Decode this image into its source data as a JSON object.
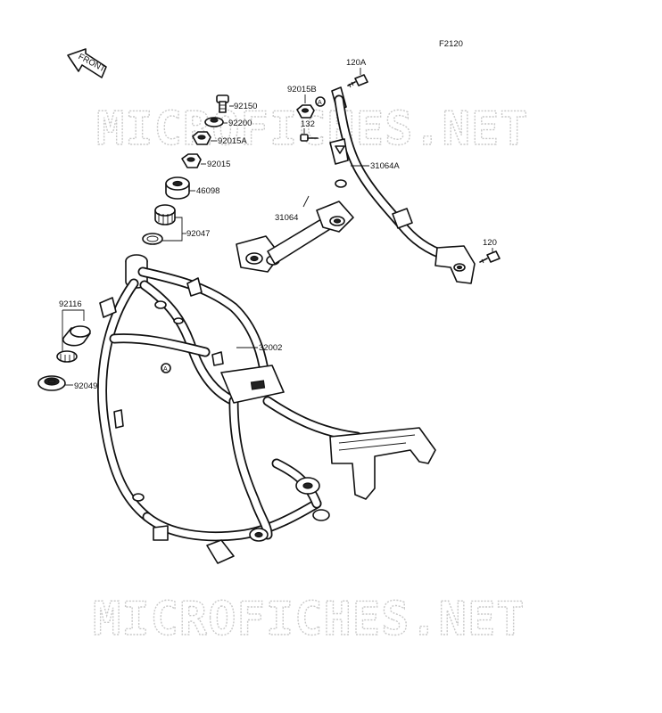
{
  "diagram": {
    "code": "F2120",
    "front_label": "FRONT",
    "callout_letter": "A",
    "watermark": "MICROFICHES.NET",
    "parts": {
      "p92150": "92150",
      "p92200": "92200",
      "p92015A": "92015A",
      "p92015": "92015",
      "p46098": "46098",
      "p92047": "92047",
      "p92116": "92116",
      "p92049": "92049",
      "p32002": "32002",
      "p31064": "31064",
      "p31064A": "31064A",
      "p92015B": "92015B",
      "p132": "132",
      "p120A": "120A",
      "p120": "120"
    }
  }
}
